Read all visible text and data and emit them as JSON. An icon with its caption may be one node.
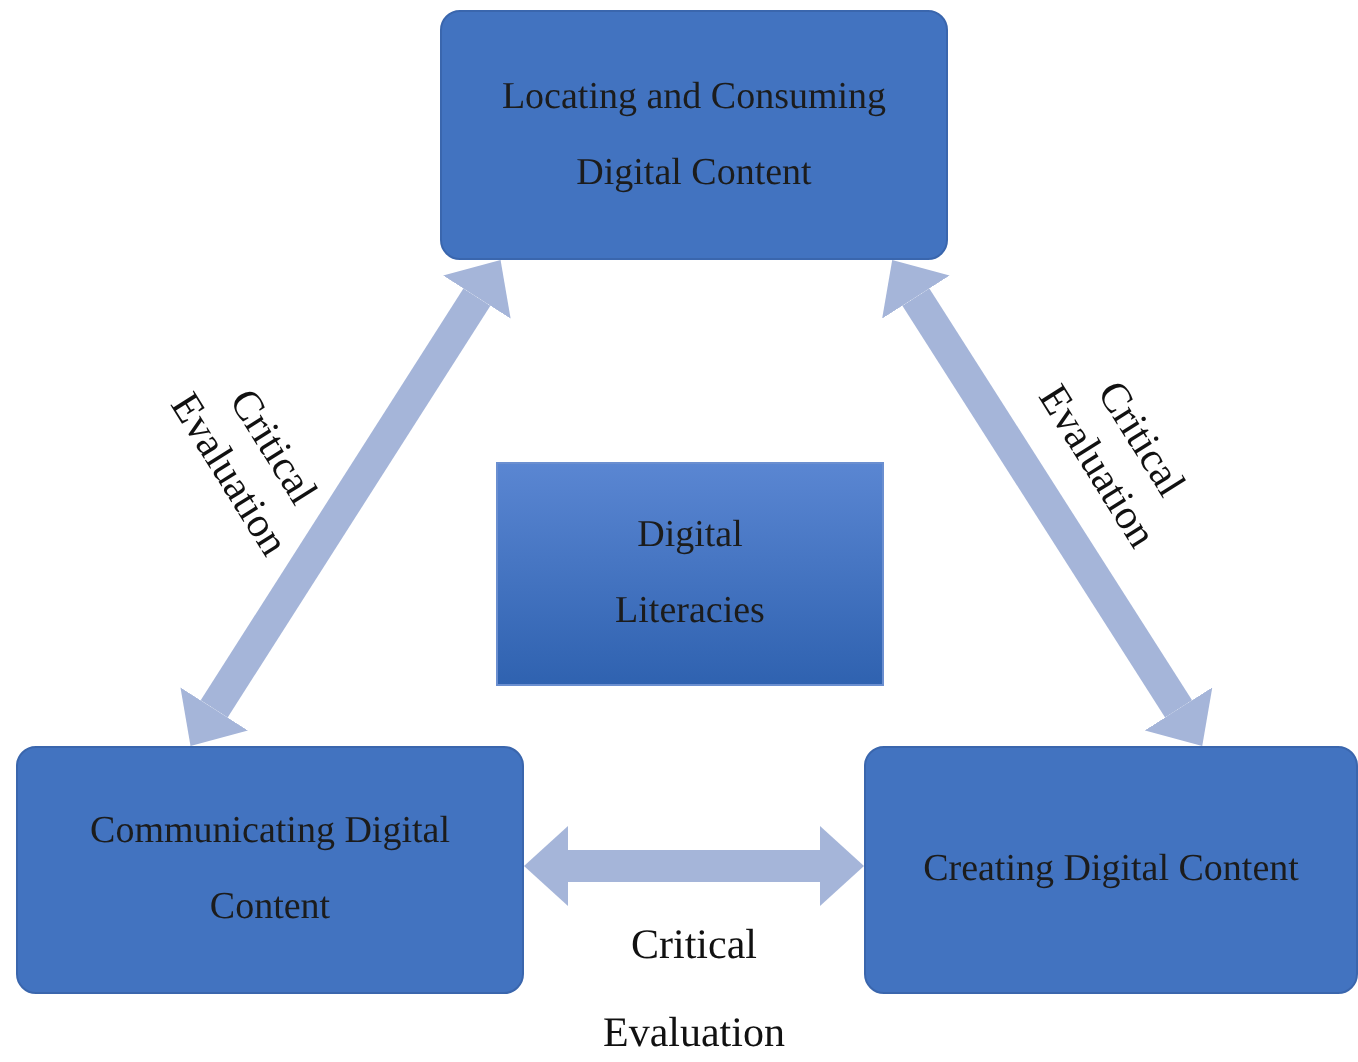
{
  "diagram": {
    "nodes": [
      {
        "text": [
          "Locating and Consuming Digital Content"
        ]
      },
      {
        "text": [
          "Digital Literacies"
        ]
      },
      {
        "text": [
          "Communicating Digital Content"
        ]
      },
      {
        "text": [
          "Creating Digital Content"
        ]
      }
    ],
    "edges": [
      {
        "from": 0,
        "to": 2,
        "arrow": "both",
        "label": "Critical Evaluation"
      },
      {
        "from": 0,
        "to": 3,
        "arrow": "both",
        "label": "Critical Evaluation"
      },
      {
        "from": 2,
        "to": 3,
        "arrow": "both",
        "label": "Critical Evaluation"
      }
    ]
  }
}
